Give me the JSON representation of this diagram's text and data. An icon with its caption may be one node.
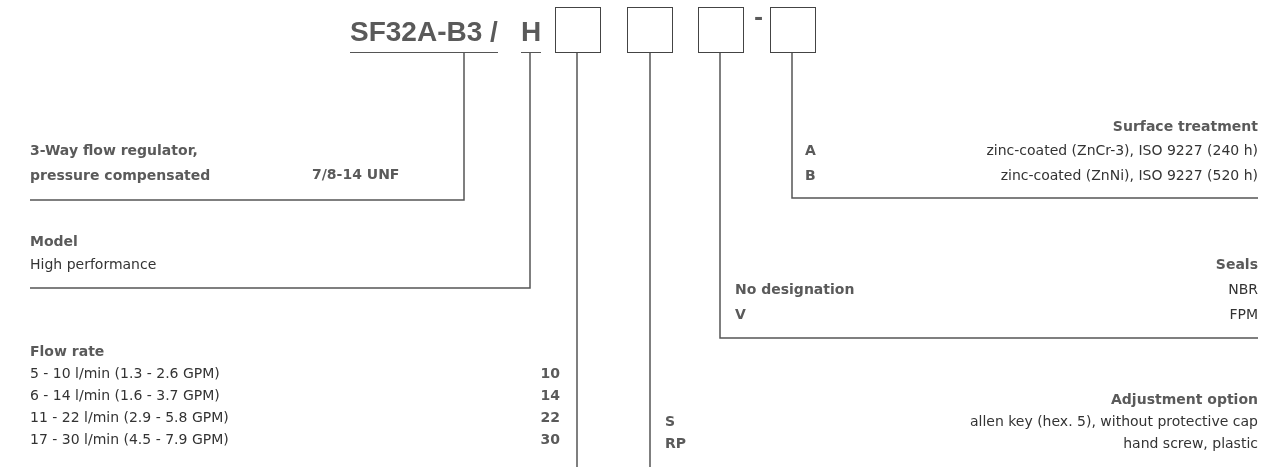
{
  "diagram": {
    "nodes": [
      {
        "text": [
          "SF32A-B3 /"
        ]
      },
      {
        "text": [
          "H"
        ]
      },
      {
        "text": [],
        "shape": "box"
      },
      {
        "text": [],
        "shape": "box"
      },
      {
        "text": [],
        "shape": "box"
      },
      {
        "text": [],
        "shape": "box"
      },
      {
        "text": [
          "3-Way flow regulator, pressure compensated",
          "7/8-14 UNF"
        ]
      },
      {
        "text": [
          "Model",
          "High performance"
        ]
      },
      {
        "text": [
          "Flow rate",
          "5 - 10 l/min (1.3 - 2.6 GPM)",
          "10",
          "6 - 14 l/min (1.6 - 3.7 GPM)",
          "14",
          "11 - 22 l/min (2.9 - 5.8 GPM)",
          "22",
          "17 - 30 l/min (4.5 - 7.9 GPM)",
          "30"
        ]
      },
      {
        "text": [
          "Adjustment option",
          "S",
          "allen key (hex. 5), without protective cap",
          "RP",
          "hand screw, plastic"
        ]
      },
      {
        "text": [
          "Seals",
          "No designation",
          "NBR",
          "V",
          "FPM"
        ]
      },
      {
        "text": [
          "Surface treatment",
          "A",
          "zinc-coated (ZnCr-3), ISO 9227 (240 h)",
          "B",
          "zinc-coated (ZnNi), ISO 9227 (520 h)"
        ]
      }
    ],
    "edges": [
      {
        "from": 0,
        "to": 6,
        "arrow": "none"
      },
      {
        "from": 1,
        "to": 7,
        "arrow": "none"
      },
      {
        "from": 2,
        "to": 8,
        "arrow": "none"
      },
      {
        "from": 3,
        "to": 9,
        "arrow": "none"
      },
      {
        "from": 4,
        "to": 10,
        "arrow": "none"
      },
      {
        "from": 5,
        "to": 11,
        "arrow": "none"
      }
    ],
    "labels": [
      "-"
    ]
  }
}
